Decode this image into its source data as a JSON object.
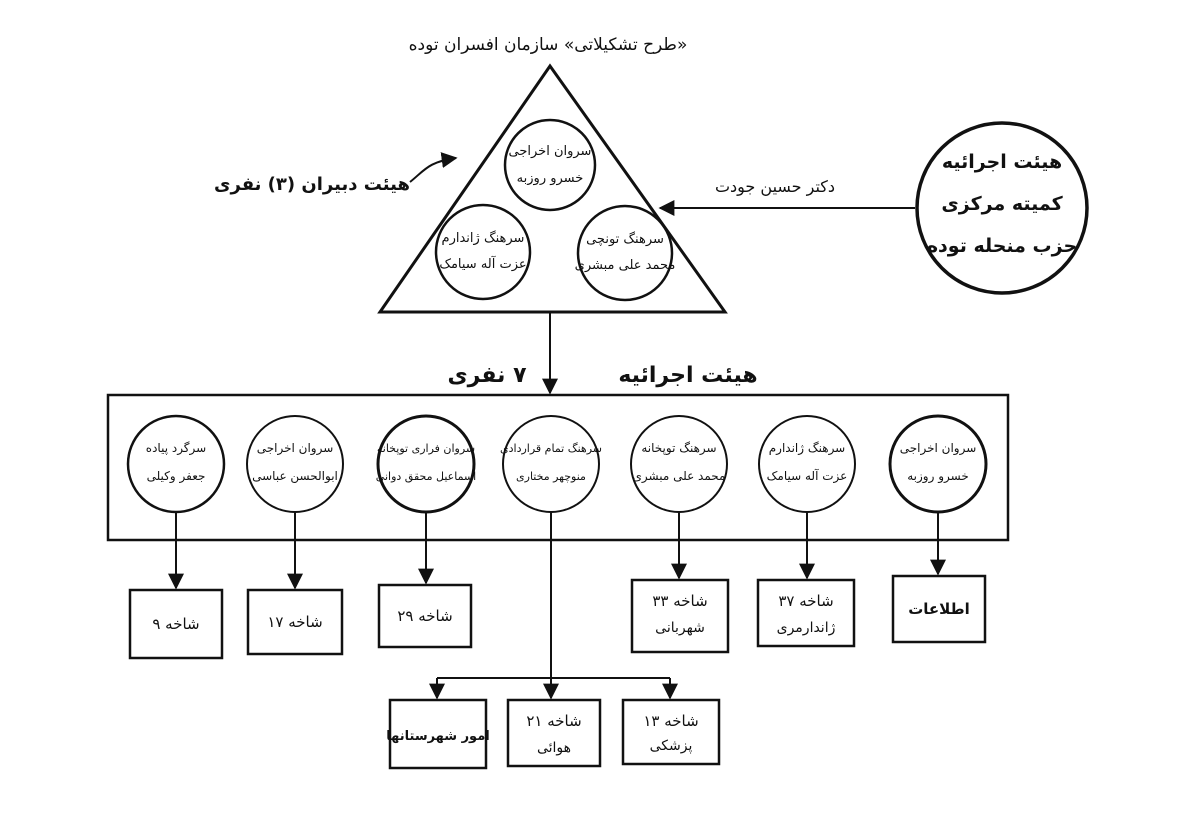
{
  "header": {
    "title": "«طرح تشکیلاتی» سازمان افسران توده"
  },
  "secretariat": {
    "label": "هیئت دبیران (۳) نفری",
    "members": [
      {
        "title": "سروان اخراجی",
        "name": "خسرو روزبه"
      },
      {
        "title": "سرهنگ ژاندارم",
        "name": "عزت آله سیامک"
      },
      {
        "title": "سرهنگ تونچی",
        "name": "محمد علی مبشری"
      }
    ]
  },
  "central_committee": {
    "line1": "هیئت اجرائیه",
    "line2": "کمیته مرکزی",
    "line3": "حزب منحله توده"
  },
  "liaison": {
    "label": "دکتر حسین جودت"
  },
  "executive_board": {
    "label": "هیئت اجرائیه",
    "count_label": "۷ نفری",
    "members": [
      {
        "title": "سروان اخراجی",
        "name": "خسرو روزبه"
      },
      {
        "title": "سرهنگ ژاندارم",
        "name": "عزت آله سیامک"
      },
      {
        "title": "سرهنگ توپخانه",
        "name": "محمد علی مبشری"
      },
      {
        "title": "سرهنگ تمام قراردادی",
        "name": "منوچهر مختاری"
      },
      {
        "title": "سروان فراری توپخانه",
        "name": "اسماعیل محقق دوانی"
      },
      {
        "title": "سروان اخراجی",
        "name": "ابوالحسن عباسی"
      },
      {
        "title": "سرگرد پیاده",
        "name": "جعفر وکیلی"
      }
    ]
  },
  "branches": [
    {
      "line1": "اطلاعات",
      "line2": ""
    },
    {
      "line1": "شاخه ۳۷",
      "line2": "ژاندارمری"
    },
    {
      "line1": "شاخه ۳۳",
      "line2": "شهربانی"
    },
    {
      "line1": "شاخه ۲۹",
      "line2": ""
    },
    {
      "line1": "شاخه ۱۷",
      "line2": ""
    },
    {
      "line1": "شاخه ۹",
      "line2": ""
    }
  ],
  "sub_branches": [
    {
      "line1": "شاخه ۱۳",
      "line2": "پزشکی"
    },
    {
      "line1": "شاخه ۲۱",
      "line2": "هوائی"
    },
    {
      "line1": "امور شهرستانها",
      "line2": ""
    }
  ]
}
